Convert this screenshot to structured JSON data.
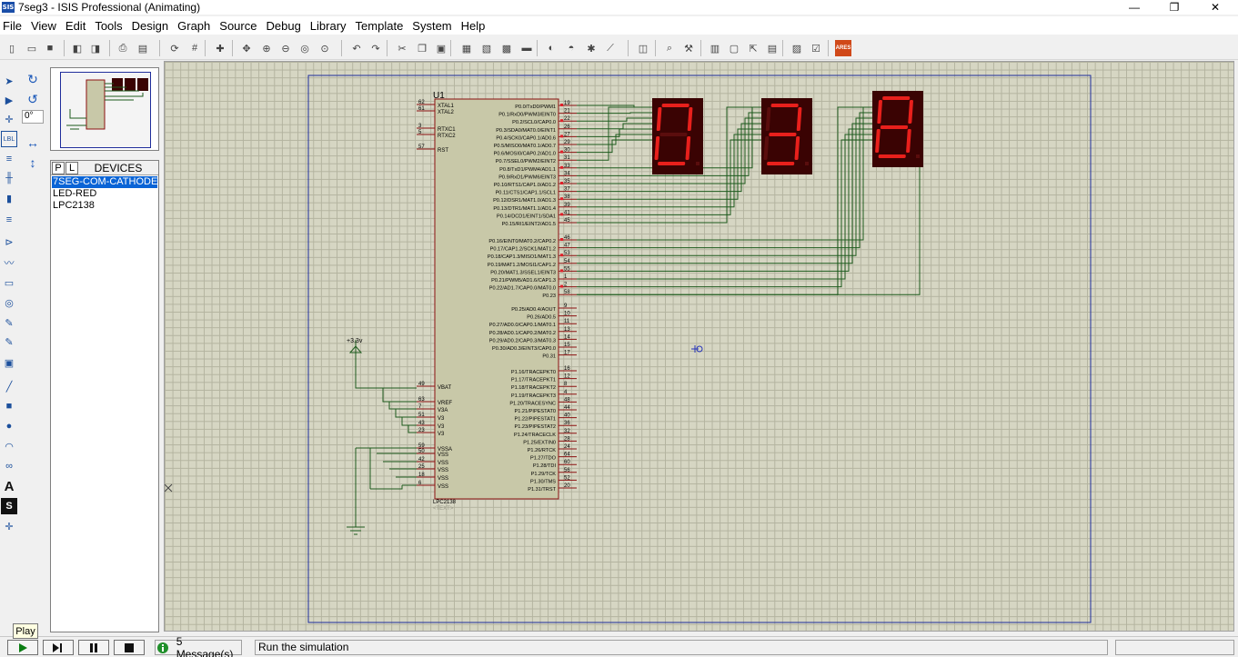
{
  "window": {
    "title": "7seg3 - ISIS Professional (Animating)",
    "icon_text": "SIS",
    "minimize": "—",
    "maximize": "❐",
    "close": "✕"
  },
  "menu": [
    "File",
    "View",
    "Edit",
    "Tools",
    "Design",
    "Graph",
    "Source",
    "Debug",
    "Library",
    "Template",
    "System",
    "Help"
  ],
  "toolbar": {
    "icons": [
      "new-icon",
      "open-icon",
      "save-icon",
      "import-icon",
      "export-icon",
      "print-icon",
      "area-icon",
      "refresh-icon",
      "grid-icon",
      "origin-icon",
      "pan-icon",
      "zoom-in-icon",
      "zoom-out-icon",
      "zoom-all-icon",
      "zoom-area-icon",
      "undo-icon",
      "redo-icon",
      "cut-icon",
      "copy-icon",
      "paste-icon",
      "block-copy-icon",
      "block-move-icon",
      "block-rotate-icon",
      "block-delete-icon",
      "pick-device-icon",
      "make-device-icon",
      "packaging-icon",
      "decompose-icon",
      "wire-autorouter-icon",
      "search-icon",
      "property-tool-icon",
      "new-sheet-icon",
      "remove-sheet-icon",
      "zoom-child-icon",
      "netlist-icon",
      "bom-icon",
      "erc-icon",
      "ares-icon"
    ],
    "ares_label": "ARES"
  },
  "angle": "0°",
  "devices": {
    "tab_p": "P",
    "tab_l": "L",
    "header": "DEVICES",
    "items": [
      "7SEG-COM-CATHODE",
      "LED-RED",
      "LPC2138"
    ],
    "selected": 0
  },
  "schematic": {
    "ref": "U1",
    "part": "LPC2138",
    "text_placeholder": "<TEXT>",
    "power_label": "+3.3v",
    "left_pins": [
      {
        "num": "62",
        "name": "XTAL1"
      },
      {
        "num": "61",
        "name": "XTAL2"
      },
      {
        "num": "3",
        "name": "RTXC1"
      },
      {
        "num": "5",
        "name": "RTXC2"
      },
      {
        "num": "57",
        "name": "RST"
      },
      {
        "num": "49",
        "name": "VBAT"
      },
      {
        "num": "63",
        "name": "VREF"
      },
      {
        "num": "7",
        "name": "V3A"
      },
      {
        "num": "51",
        "name": "V3"
      },
      {
        "num": "43",
        "name": "V3"
      },
      {
        "num": "23",
        "name": "V3"
      },
      {
        "num": "59",
        "name": "VSSA"
      },
      {
        "num": "50",
        "name": "VSS"
      },
      {
        "num": "42",
        "name": "VSS"
      },
      {
        "num": "25",
        "name": "VSS"
      },
      {
        "num": "18",
        "name": "VSS"
      },
      {
        "num": "6",
        "name": "VSS"
      }
    ],
    "right_pins": [
      {
        "num": "19",
        "name": "P0.0/TxD0/PWM1"
      },
      {
        "num": "21",
        "name": "P0.1/RxD0/PWM3/EINT0"
      },
      {
        "num": "22",
        "name": "P0.2/SCL0/CAP0.0"
      },
      {
        "num": "26",
        "name": "P0.3/SDA0/MAT0.0/EINT1"
      },
      {
        "num": "27",
        "name": "P0.4/SCK0/CAP0.1/AD0.6"
      },
      {
        "num": "29",
        "name": "P0.5/MISO0/MAT0.1/AD0.7"
      },
      {
        "num": "30",
        "name": "P0.6/MOSI0/CAP0.2/AD1.0"
      },
      {
        "num": "31",
        "name": "P0.7/SSEL0/PWM2/EINT2"
      },
      {
        "num": "33",
        "name": "P0.8/TxD1/PWM4/AD1.1"
      },
      {
        "num": "34",
        "name": "P0.9/RxD1/PWM6/EINT3"
      },
      {
        "num": "35",
        "name": "P0.10/RTS1/CAP1.0/AD1.2"
      },
      {
        "num": "37",
        "name": "P0.11/CTS1/CAP1.1/SCL1"
      },
      {
        "num": "38",
        "name": "P0.12/DSR1/MAT1.0/AD1.3"
      },
      {
        "num": "39",
        "name": "P0.13/DTR1/MAT1.1/AD1.4"
      },
      {
        "num": "41",
        "name": "P0.14/DCD1/EINT1/SDA1"
      },
      {
        "num": "45",
        "name": "P0.15/RI1/EINT2/AD1.5"
      },
      {
        "num": "46",
        "name": "P0.16/EINT0/MAT0.2/CAP0.2"
      },
      {
        "num": "47",
        "name": "P0.17/CAP1.2/SCK1/MAT1.2"
      },
      {
        "num": "53",
        "name": "P0.18/CAP1.3/MISO1/MAT1.3"
      },
      {
        "num": "54",
        "name": "P0.19/MAT1.2/MOSI1/CAP1.2"
      },
      {
        "num": "55",
        "name": "P0.20/MAT1.3/SSEL1/EINT3"
      },
      {
        "num": "1",
        "name": "P0.21/PWM5/AD1.6/CAP1.3"
      },
      {
        "num": "2",
        "name": "P0.22/AD1.7/CAP0.0/MAT0.0"
      },
      {
        "num": "58",
        "name": "P0.23"
      },
      {
        "num": "9",
        "name": "P0.25/AD0.4/AOUT"
      },
      {
        "num": "10",
        "name": "P0.26/AD0.5"
      },
      {
        "num": "11",
        "name": "P0.27/AD0.0/CAP0.1/MAT0.1"
      },
      {
        "num": "13",
        "name": "P0.28/AD0.1/CAP0.2/MAT0.2"
      },
      {
        "num": "14",
        "name": "P0.29/AD0.2/CAP0.3/MAT0.3"
      },
      {
        "num": "15",
        "name": "P0.30/AD0.3/EINT3/CAP0.0"
      },
      {
        "num": "17",
        "name": "P0.31"
      },
      {
        "num": "16",
        "name": "P1.16/TRACEPKT0"
      },
      {
        "num": "12",
        "name": "P1.17/TRACEPKT1"
      },
      {
        "num": "8",
        "name": "P1.18/TRACEPKT2"
      },
      {
        "num": "4",
        "name": "P1.19/TRACEPKT3"
      },
      {
        "num": "48",
        "name": "P1.20/TRACESYNC"
      },
      {
        "num": "44",
        "name": "P1.21/PIPESTAT0"
      },
      {
        "num": "40",
        "name": "P1.22/PIPESTAT1"
      },
      {
        "num": "36",
        "name": "P1.23/PIPESTAT2"
      },
      {
        "num": "32",
        "name": "P1.24/TRACECLK"
      },
      {
        "num": "28",
        "name": "P1.25/EXTIN0"
      },
      {
        "num": "24",
        "name": "P1.26/RTCK"
      },
      {
        "num": "64",
        "name": "P1.27/TDO"
      },
      {
        "num": "60",
        "name": "P1.28/TDI"
      },
      {
        "num": "56",
        "name": "P1.29/TCK"
      },
      {
        "num": "52",
        "name": "P1.30/TMS"
      },
      {
        "num": "20",
        "name": "P1.31/TRST"
      }
    ],
    "displays": [
      "0",
      "3",
      "8"
    ]
  },
  "status": {
    "tooltip": "Play",
    "messages": "5 Message(s)",
    "text": "Run the simulation"
  },
  "colors": {
    "sheet_border": "#1f2d9b",
    "ic_fill": "#c8c8a8",
    "ic_border": "#8b1010",
    "wire": "#1d5a1d",
    "seg_on": "#e8201c",
    "seg_off": "#5a0d0d",
    "display_body": "#3a0303"
  }
}
